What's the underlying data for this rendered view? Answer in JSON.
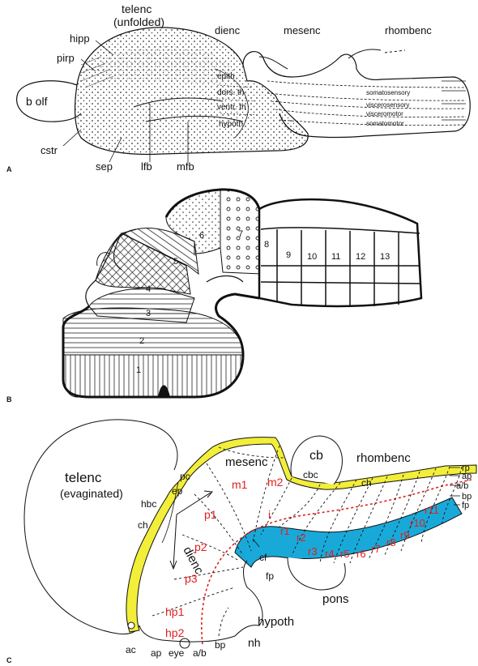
{
  "panelA": {
    "letter": "A",
    "labels": {
      "telenc": "telenc",
      "unfolded": "(unfolded)",
      "dienc": "dienc",
      "mesenc": "mesenc",
      "rhombenc": "rhombenc",
      "hipp": "hipp",
      "pirp": "pirp",
      "bolf": "b olf",
      "cstr": "cstr",
      "sep": "sep",
      "lfb": "lfb",
      "mfb": "mfb",
      "epith": "epith",
      "dorsth": "dors. th",
      "ventrth": "ventr. th",
      "hypoth": "hypoth",
      "somatosensory": "somatosensory",
      "viscerosensory": "viscerosensory",
      "visceromotor": "visceromotor",
      "somatomotor": "somatomotor"
    }
  },
  "panelB": {
    "letter": "B",
    "numbers": [
      "1",
      "2",
      "3",
      "4",
      "5",
      "6",
      "7",
      "8",
      "9",
      "10",
      "11",
      "12",
      "13"
    ]
  },
  "panelC": {
    "letter": "C",
    "labels": {
      "telenc": "telenc",
      "evaginated": "(evaginated)",
      "mesenc": "mesenc",
      "cb": "cb",
      "rhombenc": "rhombenc",
      "rp": "rp",
      "ap_r": "ap",
      "ab_r": "a/b",
      "bp_r": "bp",
      "fp_r": "fp",
      "pc": "pc",
      "ep": "ep",
      "hbc": "hbc",
      "ch_l": "ch",
      "cbc": "cbc",
      "ch_top": "ch",
      "dienc": "dienc",
      "cf": "cf",
      "fp_mid": "fp",
      "pons": "pons",
      "hypoth": "hypoth",
      "nh": "nh",
      "ac": "ac",
      "ap_b": "ap",
      "eye": "eye",
      "ab_b": "a/b",
      "bp_b": "bp"
    },
    "red_labels": {
      "m1": "m1",
      "m2": "m2",
      "p1": "p1",
      "p2": "p2",
      "p3": "p3",
      "hp1": "hp1",
      "hp2": "hp2",
      "i": "i",
      "r1": "r1",
      "r2": "r2",
      "r3": "r3",
      "r4": "r4",
      "r5": "r5",
      "r6": "r6",
      "r7": "r7",
      "r8": "r8",
      "r9": "r9",
      "r10": "r10",
      "r11": "r11"
    },
    "colors": {
      "roof": "#f2ee3a",
      "floor": "#19a9d9",
      "red": "#e02020"
    }
  }
}
